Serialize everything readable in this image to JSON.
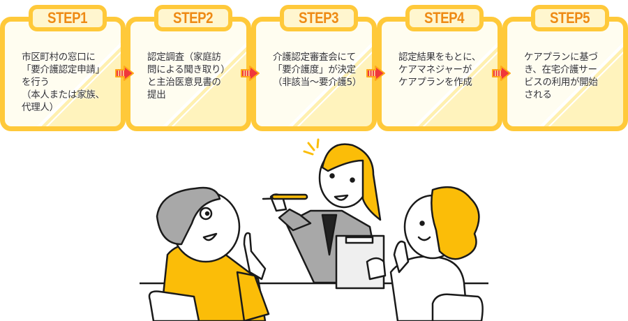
{
  "steps": [
    {
      "label": "STEP1",
      "text": "市区町村の窓口に\n「要介護認定申請」\nを行う\n（本人または家族、\n  代理人）"
    },
    {
      "label": "STEP2",
      "text": "認定調査（家庭訪\n問による聞き取り）\nと主治医意見書の\n提出"
    },
    {
      "label": "STEP3",
      "text": "介護認定審査会にて\n「要介護度」が決定\n（非該当〜要介護5）"
    },
    {
      "label": "STEP4",
      "text": "認定結果をもとに、\nケアマネジャーが\nケアプランを作成"
    },
    {
      "label": "STEP5",
      "text": "ケアプランに基づ\nき、在宅介護サー\nビスの利用が開始\nされる"
    }
  ],
  "colors": {
    "border": "#ffc93a",
    "step_label": "#ee8a14",
    "arrow_fill": "#f0373a",
    "arrow_outline": "#ffa81a",
    "body_text": "#333333",
    "illustration_yellow": "#fbbd08",
    "illustration_gray": "#a8a8a8"
  },
  "illustration": {
    "description": "Three people consulting at a table: a man with glasses in a yellow sweater raising a finger, a woman in a gray suit holding a pencil and clipboard, and a woman with curly yellow hair"
  }
}
